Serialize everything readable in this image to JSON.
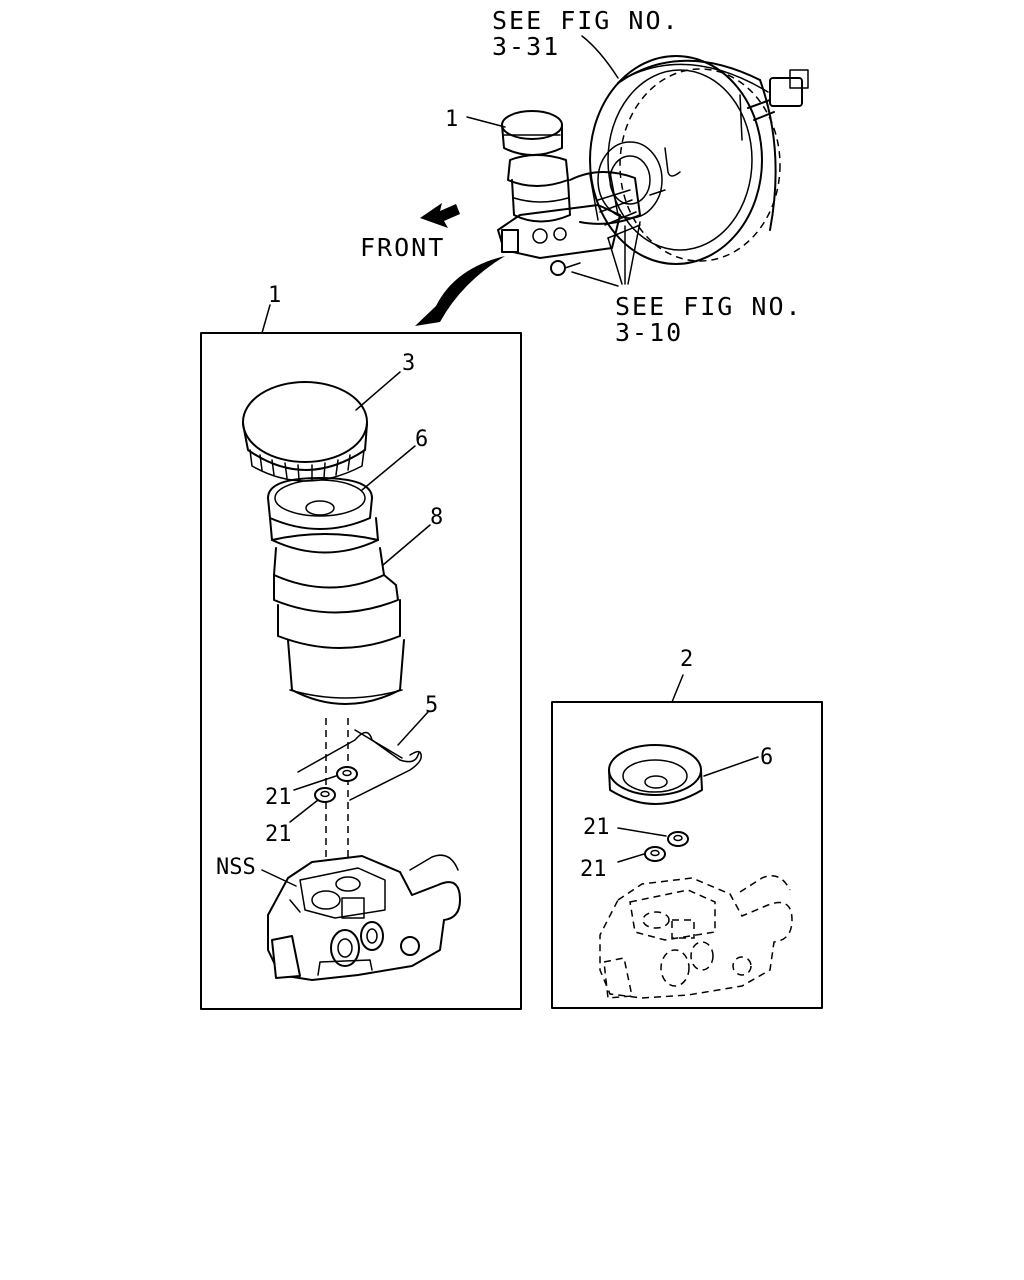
{
  "references": {
    "booster_ref": {
      "line1": "SEE FIG NO.",
      "line2": "3-31"
    },
    "bolts_ref": {
      "line1": "SEE FIG NO.",
      "line2": "3-10"
    },
    "front_label": "FRONT"
  },
  "callouts": {
    "assembly_top": "1",
    "assembly_box": "1",
    "cap": "3",
    "seal_a": "6",
    "reservoir": "8",
    "clip": "5",
    "grommet_upper": "21",
    "grommet_lower": "21",
    "nss": "NSS",
    "kit_box": "2",
    "kit_seal": "6",
    "kit_grommet_upper": "21",
    "kit_grommet_lower": "21"
  },
  "line_color": "#000000",
  "background": "#ffffff"
}
